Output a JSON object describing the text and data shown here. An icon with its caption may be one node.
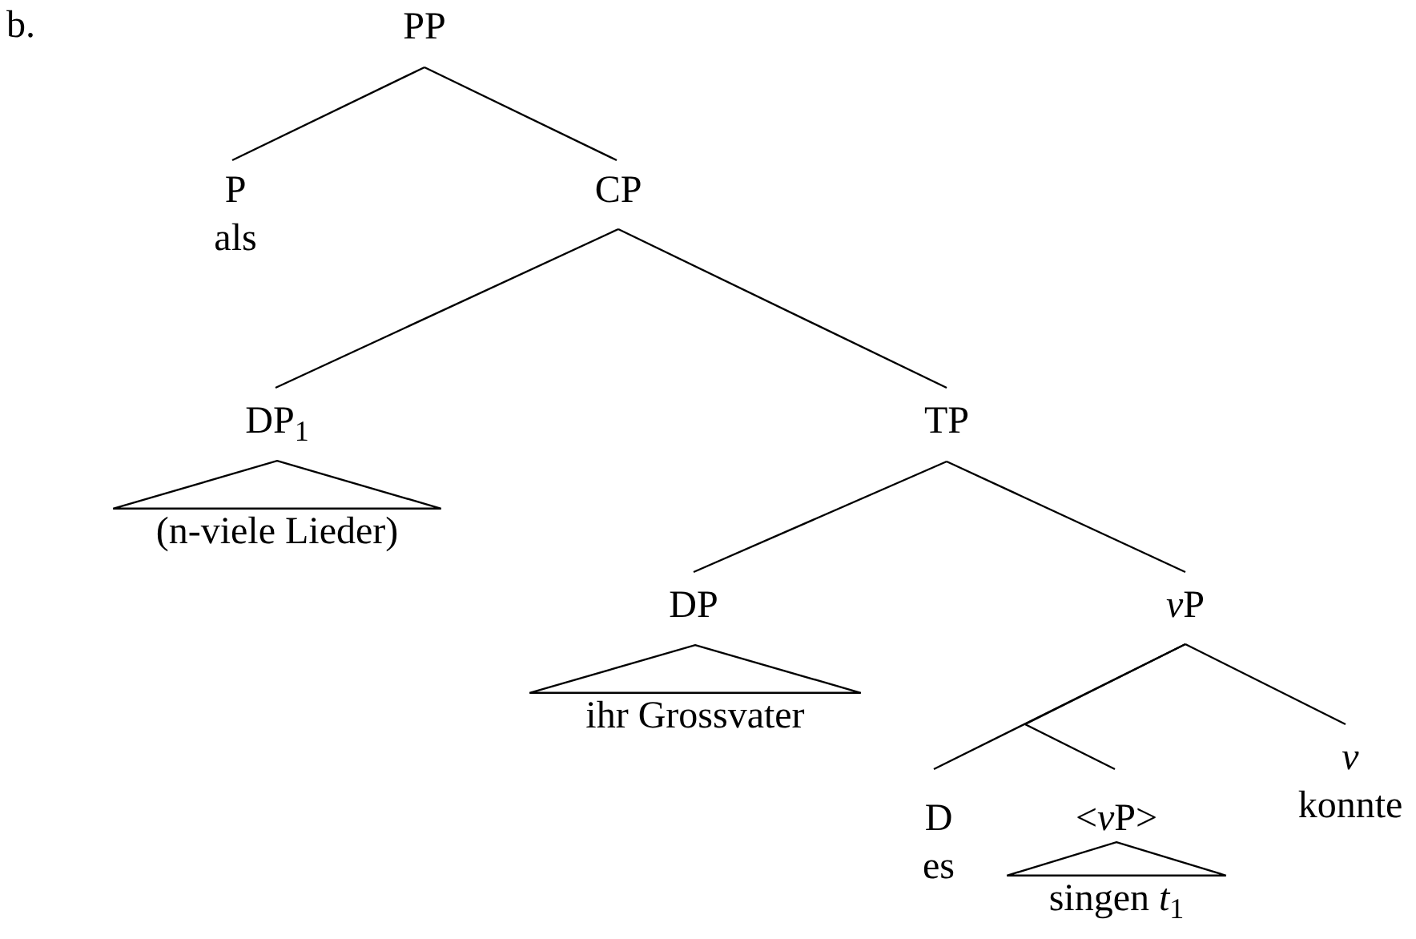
{
  "diagram": {
    "nodes": [
      {
        "text": [
          "PP"
        ]
      },
      {
        "text": [
          "P",
          "als"
        ]
      },
      {
        "text": [
          "CP"
        ]
      },
      {
        "text": [
          "DP$_{1}$"
        ]
      },
      {
        "text": [
          "(n-viele Lieder)"
        ]
      },
      {
        "text": [
          "TP"
        ]
      },
      {
        "text": [
          "DP"
        ]
      },
      {
        "text": [
          "ihr Grossvater"
        ]
      },
      {
        "text": [
          "vP"
        ]
      },
      {
        "text": [
          "D",
          "es"
        ]
      },
      {
        "text": [
          "<vP>"
        ]
      },
      {
        "text": [
          "singen *t*$_{1}$"
        ]
      },
      {
        "text": [
          "v",
          "konnte"
        ]
      }
    ],
    "edges": [
      {
        "from": 0,
        "to": 1,
        "arrow": "none"
      },
      {
        "from": 0,
        "to": 2,
        "arrow": "none"
      },
      {
        "from": 2,
        "to": 3,
        "arrow": "none"
      },
      {
        "from": 2,
        "to": 5,
        "arrow": "none"
      },
      {
        "from": 5,
        "to": 6,
        "arrow": "none"
      },
      {
        "from": 5,
        "to": 8,
        "arrow": "none"
      },
      {
        "from": 8,
        "to": 9,
        "arrow": "none"
      },
      {
        "from": 8,
        "to": 10,
        "arrow": "none"
      },
      {
        "from": 8,
        "to": 12,
        "arrow": "none"
      }
    ],
    "labels": [
      "b."
    ]
  }
}
